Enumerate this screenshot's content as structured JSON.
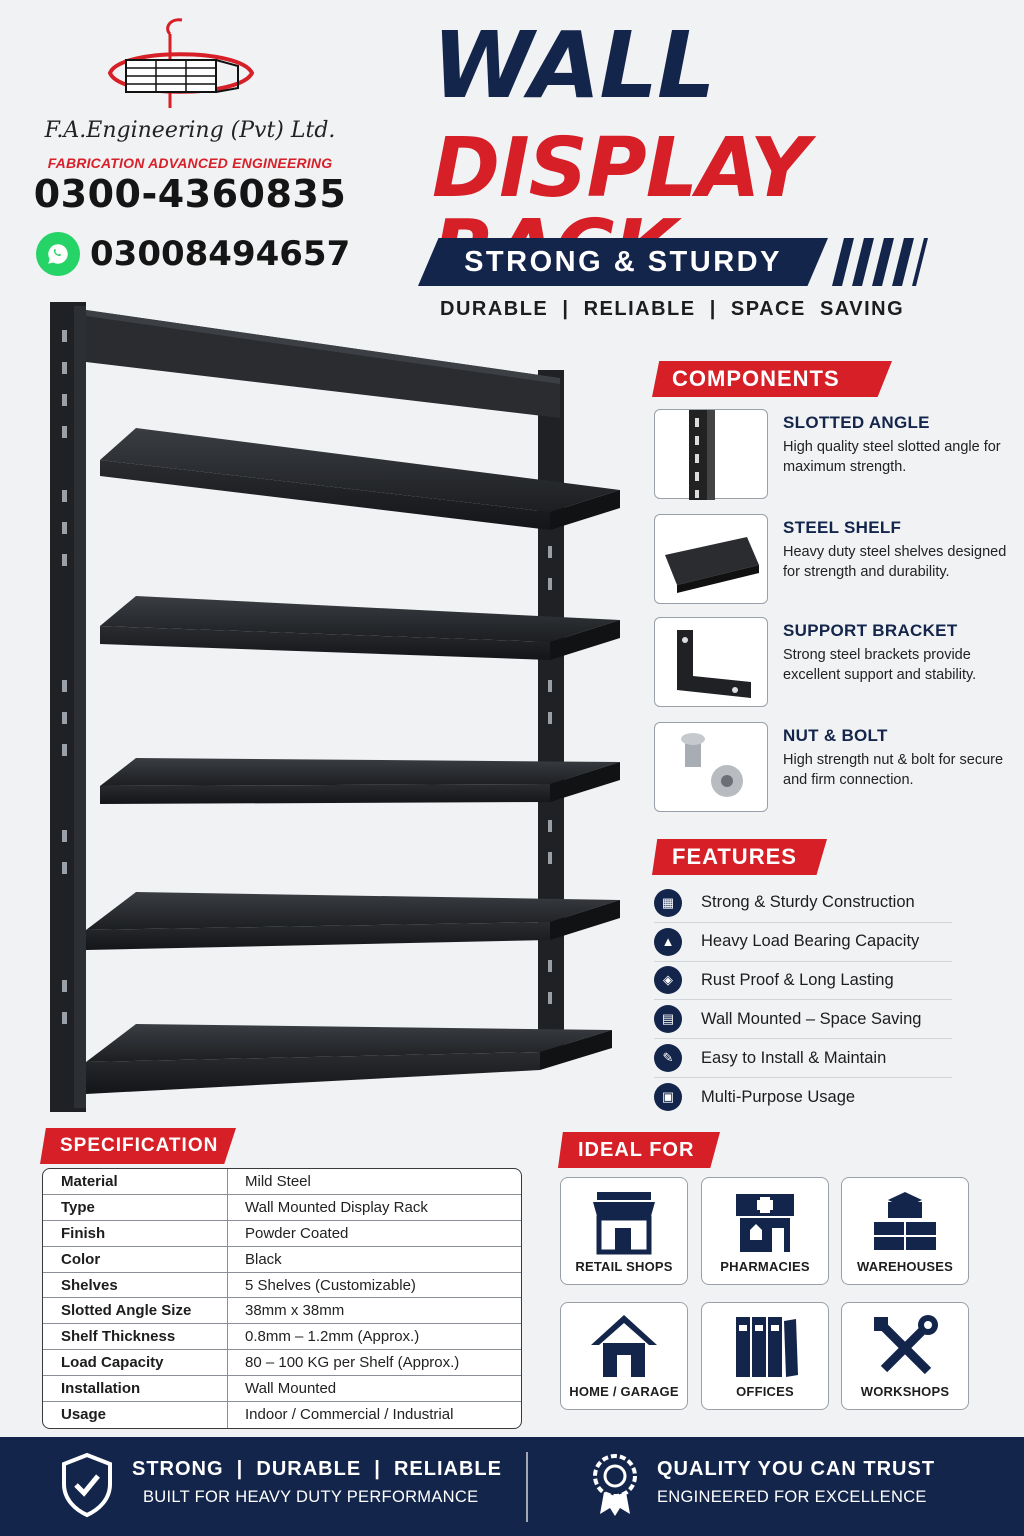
{
  "brand": {
    "company": "F.A.Engineering (Pvt) Ltd.",
    "tagline": "FABRICATION ADVANCED ENGINEERING",
    "phone": "0300-4360835",
    "whatsapp": "03008494657",
    "whatsapp_icon": "whatsapp-icon"
  },
  "hero": {
    "title_line1": "WALL",
    "title_line2": "DISPLAY RACK",
    "banner": "STRONG & STURDY",
    "subtags": "DURABLE  |  RELIABLE  |  SPACE  SAVING"
  },
  "colors": {
    "navy": "#14254b",
    "red": "#d61f26",
    "whatsapp": "#25d366",
    "rack": "#1f2124"
  },
  "components": {
    "heading": "COMPONENTS",
    "items": [
      {
        "title": "SLOTTED ANGLE",
        "desc": "High quality steel slotted angle for maximum strength.",
        "icon": "slotted-angle-icon"
      },
      {
        "title": "STEEL SHELF",
        "desc": "Heavy duty steel shelves designed for strength and durability.",
        "icon": "steel-shelf-icon"
      },
      {
        "title": "SUPPORT BRACKET",
        "desc": "Strong steel brackets provide excellent support and stability.",
        "icon": "support-bracket-icon"
      },
      {
        "title": "NUT & BOLT",
        "desc": "High strength nut & bolt for secure and firm connection.",
        "icon": "nut-bolt-icon"
      }
    ]
  },
  "features": {
    "heading": "FEATURES",
    "items": [
      {
        "label": "Strong & Sturdy Construction",
        "icon": "building-icon"
      },
      {
        "label": "Heavy Load Bearing Capacity",
        "icon": "weight-icon"
      },
      {
        "label": "Rust Proof & Long Lasting",
        "icon": "shield-icon"
      },
      {
        "label": "Wall Mounted – Space Saving",
        "icon": "wall-icon"
      },
      {
        "label": "Easy to Install & Maintain",
        "icon": "wrench-icon"
      },
      {
        "label": "Multi-Purpose Usage",
        "icon": "grid-icon"
      }
    ]
  },
  "specification": {
    "heading": "SPECIFICATION",
    "rows": [
      {
        "key": "Material",
        "value": "Mild Steel"
      },
      {
        "key": "Type",
        "value": "Wall Mounted Display Rack"
      },
      {
        "key": "Finish",
        "value": "Powder Coated"
      },
      {
        "key": "Color",
        "value": "Black"
      },
      {
        "key": "Shelves",
        "value": "5 Shelves (Customizable)"
      },
      {
        "key": "Slotted Angle Size",
        "value": "38mm x 38mm"
      },
      {
        "key": "Shelf Thickness",
        "value": "0.8mm – 1.2mm (Approx.)"
      },
      {
        "key": "Load Capacity",
        "value": "80 – 100 KG per Shelf (Approx.)"
      },
      {
        "key": "Installation",
        "value": "Wall Mounted"
      },
      {
        "key": "Usage",
        "value": "Indoor / Commercial / Industrial"
      }
    ]
  },
  "ideal_for": {
    "heading": "IDEAL FOR",
    "items": [
      {
        "label": "RETAIL SHOPS",
        "icon": "store-icon"
      },
      {
        "label": "PHARMACIES",
        "icon": "pharmacy-icon"
      },
      {
        "label": "WAREHOUSES",
        "icon": "boxes-icon"
      },
      {
        "label": "HOME / GARAGE",
        "icon": "house-icon"
      },
      {
        "label": "OFFICES",
        "icon": "binders-icon"
      },
      {
        "label": "WORKSHOPS",
        "icon": "tools-icon"
      }
    ]
  },
  "footer": {
    "left_title": "STRONG  |  DURABLE  |  RELIABLE",
    "left_sub": "BUILT FOR HEAVY DUTY PERFORMANCE",
    "right_title": "QUALITY YOU CAN TRUST",
    "right_sub": "ENGINEERED FOR EXCELLENCE",
    "left_icon": "shield-check-icon",
    "right_icon": "quality-badge-icon"
  }
}
